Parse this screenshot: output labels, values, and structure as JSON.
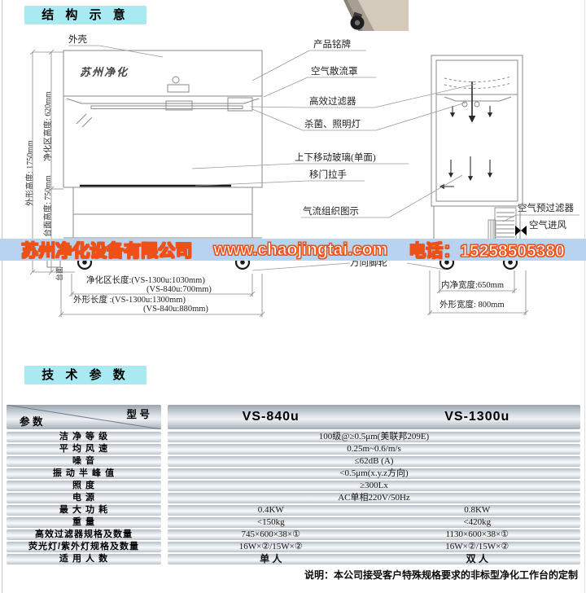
{
  "titles": {
    "structure": "结 构 示 意",
    "specs": "技 术 参 数"
  },
  "diagram": {
    "brand": "苏州净化",
    "callouts": {
      "shell": "外壳",
      "nameplate": "产品铭牌",
      "diffuser": "空气散流罩",
      "hepa": "高效过滤器",
      "lamps": "杀菌、照明灯",
      "glass": "上下移动玻璃(单面)",
      "handle": "移门拉手",
      "airflow": "气流组织图示",
      "prefilter": "空气预过滤器",
      "air_inlet": "空气进风",
      "casters": "万向脚轮"
    },
    "dims": {
      "overall_height": "外形高度: 1750mm",
      "clean_height": "净化区高度: 620mm",
      "table_height": "台面高度: 750mm",
      "tabletop": "台面",
      "clean_length_a": "净化区长度:(VS-1300u:1030mm)",
      "clean_length_b": "(VS-840u:700mm)",
      "overall_length_a": "外形长度 :(VS-1300u:1300mm)",
      "overall_length_b": "(VS-840u:880mm)",
      "inner_width": "内净宽度:650mm",
      "overall_width": "外形宽度: 800mm"
    }
  },
  "watermark": {
    "company": "苏州净化设备有限公司",
    "website": "www.chaojingtai.com",
    "phone": "电话：15258505380"
  },
  "spec_table": {
    "corner": {
      "top": "型 号",
      "bottom": "参 数"
    },
    "col1": "VS-840u",
    "col2": "VS-1300u",
    "rows": [
      {
        "label": "洁 净 等 级",
        "span": "100级@≥0.5μm(美联邦209E)"
      },
      {
        "label": "平 均 风 速",
        "span": "0.25m~0.6/m/s"
      },
      {
        "label": "噪  音",
        "span": "≤62dB (A)"
      },
      {
        "label": "振 动 半 峰 值",
        "span": "<0.5μm(x.y.z方向)"
      },
      {
        "label": "照  度",
        "span": "≥300Lx"
      },
      {
        "label": "电  源",
        "span": "AC单相220V/50Hz"
      },
      {
        "label": "最 大 功 耗",
        "v840": "0.4KW",
        "v1300": "0.8KW"
      },
      {
        "label": "重  量",
        "v840": "<150kg",
        "v1300": "<420kg"
      },
      {
        "label": "高效过滤器规格及数量",
        "v840": "745×600×38×①",
        "v1300": "1130×600×38×①"
      },
      {
        "label": "荧光灯/紫外灯规格及数量",
        "v840": "16W×②/15W×②",
        "v1300": "16W×②/15W×②"
      },
      {
        "label": "适 用 人 数",
        "v840": "单 人",
        "v1300": "双 人"
      }
    ],
    "note": "说明：本公司接受客户特殊规格要求的非标型净化工作台的定制"
  }
}
